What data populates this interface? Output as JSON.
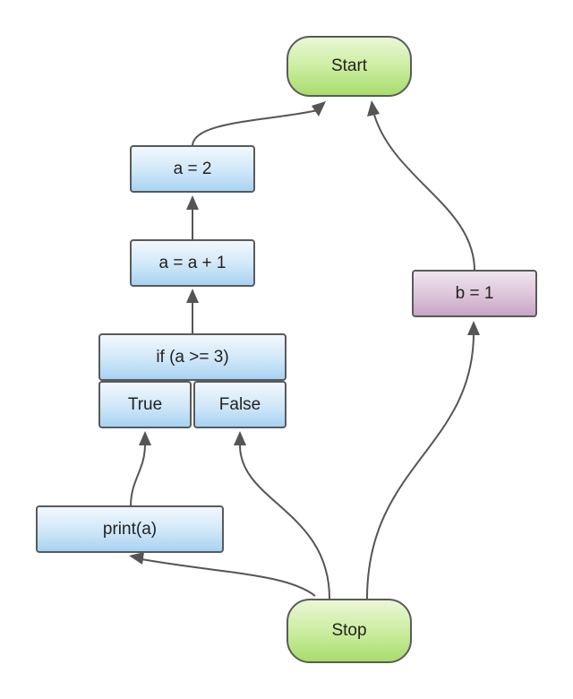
{
  "nodes": {
    "start": "Start",
    "stop": "Stop",
    "a_assign": "a = 2",
    "a_increment": "a = a + 1",
    "condition": "if (a >= 3)",
    "branch_true": "True",
    "branch_false": "False",
    "print": "print(a)",
    "b_assign": "b = 1"
  }
}
